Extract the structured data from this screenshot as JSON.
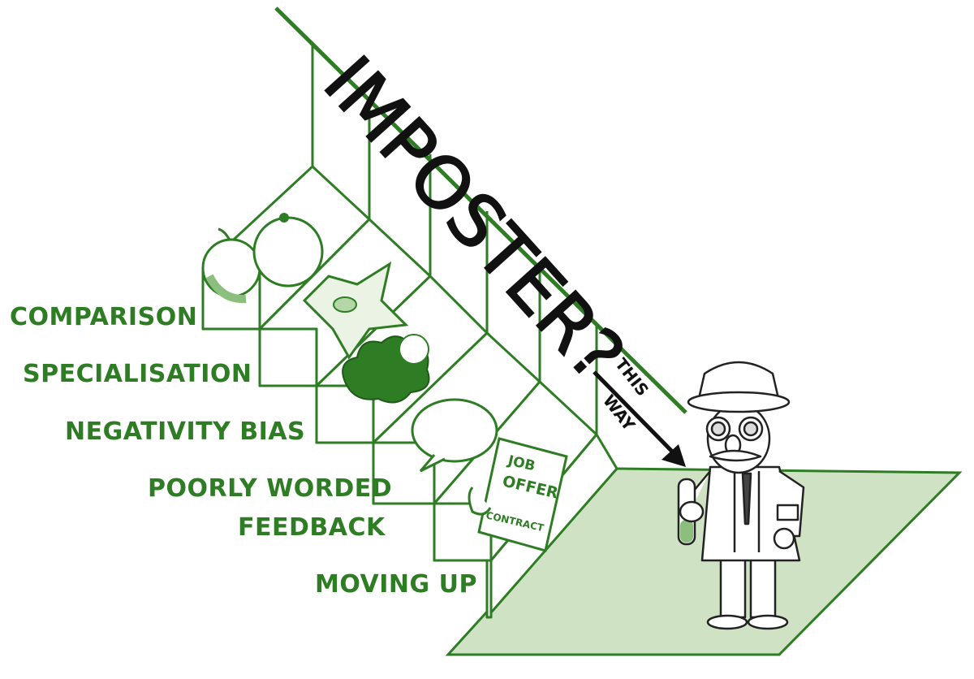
{
  "colors": {
    "green": "#2e7d24",
    "green_light": "#cfe3c4",
    "ink": "#111111"
  },
  "title": "IMPOSTER?",
  "direction": {
    "line1": "THIS",
    "line2": "WAY"
  },
  "steps": [
    {
      "label": "COMPARISON"
    },
    {
      "label": "SPECIALISATION"
    },
    {
      "label": "NEGATIVITY BIAS"
    },
    {
      "label": "POORLY WORDED",
      "label2": "FEEDBACK"
    },
    {
      "label": "MOVING UP"
    }
  ],
  "document": {
    "line1": "JOB",
    "line2": "OFFER",
    "line3": "CONTRACT"
  }
}
